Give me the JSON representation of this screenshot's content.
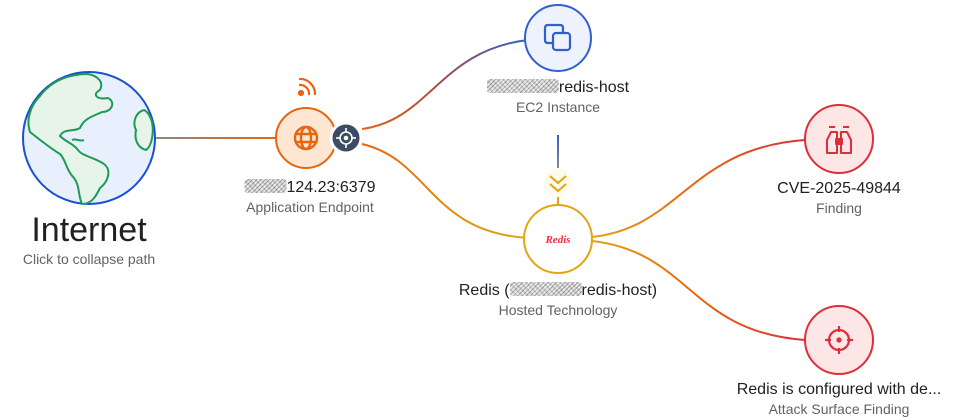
{
  "colors": {
    "internet_edge_start": "#8a8a8a",
    "endpoint": "#e8650f",
    "endpoint_fill": "#fde6d2",
    "ec2": "#2f5fd0",
    "ec2_fill": "#eef2fd",
    "redis_ring": "#e2a516",
    "redis_logo": "#e8303a",
    "finding": "#dc2f3a",
    "finding_fill": "#fde6e6",
    "globe_ocean": "#e8f0fe",
    "globe_land": "#e6f4ea",
    "globe_outline_land": "#1e9a54",
    "globe_outline": "#1a4fd6",
    "badge": "#3c4d63"
  },
  "nodes": {
    "internet": {
      "title": "Internet",
      "subtitle": "Click to collapse path",
      "icon": "globe-icon"
    },
    "endpoint": {
      "title_suffix": "124.23:6379",
      "subtitle": "Application Endpoint",
      "icon": "web-globe-icon",
      "top_icon": "rss-feed-icon",
      "badge_icon": "crosshair-target-icon"
    },
    "ec2": {
      "title_suffix": "redis-host",
      "subtitle": "EC2 Instance",
      "icon": "copy-squares-icon"
    },
    "redis": {
      "title_prefix": "Redis (",
      "title_suffix": "redis-host)",
      "subtitle": "Hosted Technology",
      "logo_text": "Redis",
      "connector_icon": "double-chevron-down-icon"
    },
    "cve": {
      "title": "CVE-2025-49844",
      "subtitle": "Finding",
      "icon": "binoculars-icon"
    },
    "attack": {
      "title": "Redis is configured with de...",
      "subtitle": "Attack Surface Finding",
      "icon": "crosshair-icon"
    }
  }
}
